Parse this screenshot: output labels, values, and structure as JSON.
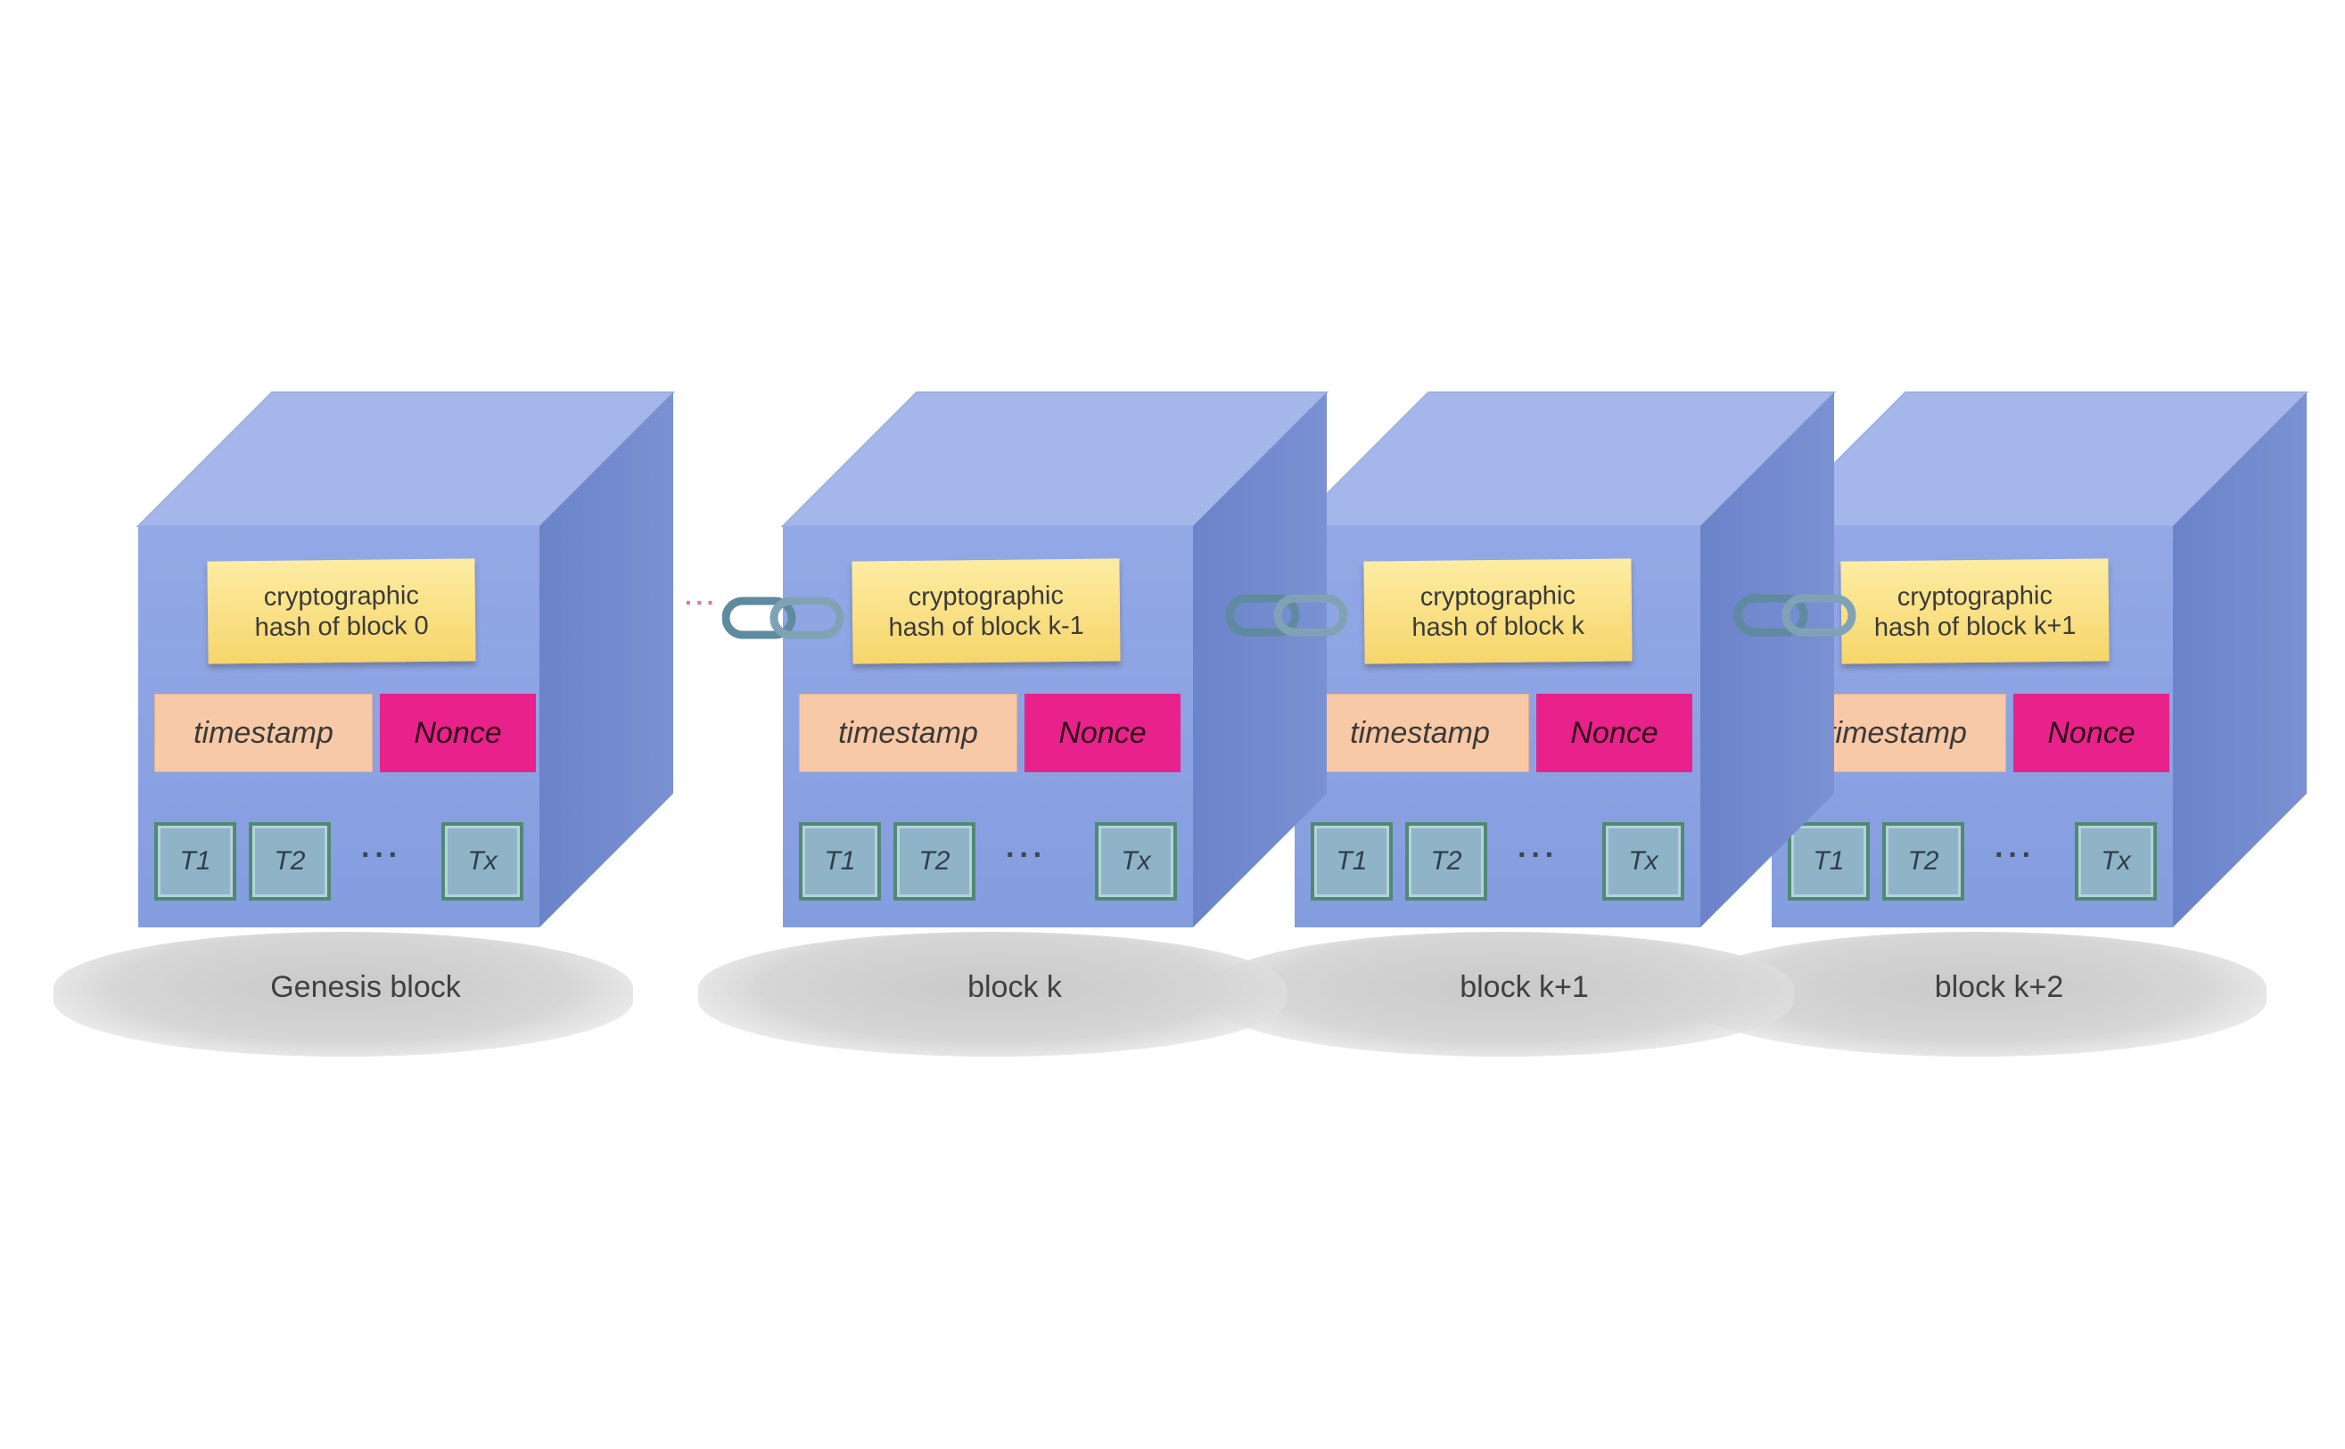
{
  "colors": {
    "cube_front": "#8aa2e3",
    "cube_top": "#a4b6ea",
    "cube_side": "#6f87cd",
    "hash_note": "#f8de7e",
    "timestamp": "#f8c9a6",
    "nonce": "#e8228a",
    "tx": "#8fb3c7",
    "link": "#5f8aa0"
  },
  "preceding_ellipsis": "···",
  "tx_ellipsis": "···",
  "blocks": [
    {
      "hash_line1": "cryptographic",
      "hash_line2": "hash of  block 0",
      "timestamp": "timestamp",
      "nonce": "Nonce",
      "tx": [
        "T1",
        "T2",
        "Tx"
      ],
      "label": "Genesis block"
    },
    {
      "hash_line1": "cryptographic",
      "hash_line2": "hash of  block k-1",
      "timestamp": "timestamp",
      "nonce": "Nonce",
      "tx": [
        "T1",
        "T2",
        "Tx"
      ],
      "label": "block k"
    },
    {
      "hash_line1": "cryptographic",
      "hash_line2": "hash of  block k",
      "timestamp": "timestamp",
      "nonce": "Nonce",
      "tx": [
        "T1",
        "T2",
        "Tx"
      ],
      "label": "block k+1"
    },
    {
      "hash_line1": "cryptographic",
      "hash_line2": "hash of  block k+1",
      "timestamp": "timestamp",
      "nonce": "Nonce",
      "tx": [
        "T1",
        "T2",
        "Tx"
      ],
      "label": "block k+2"
    }
  ],
  "chain_links": [
    "link-icon",
    "link-icon",
    "link-icon"
  ]
}
